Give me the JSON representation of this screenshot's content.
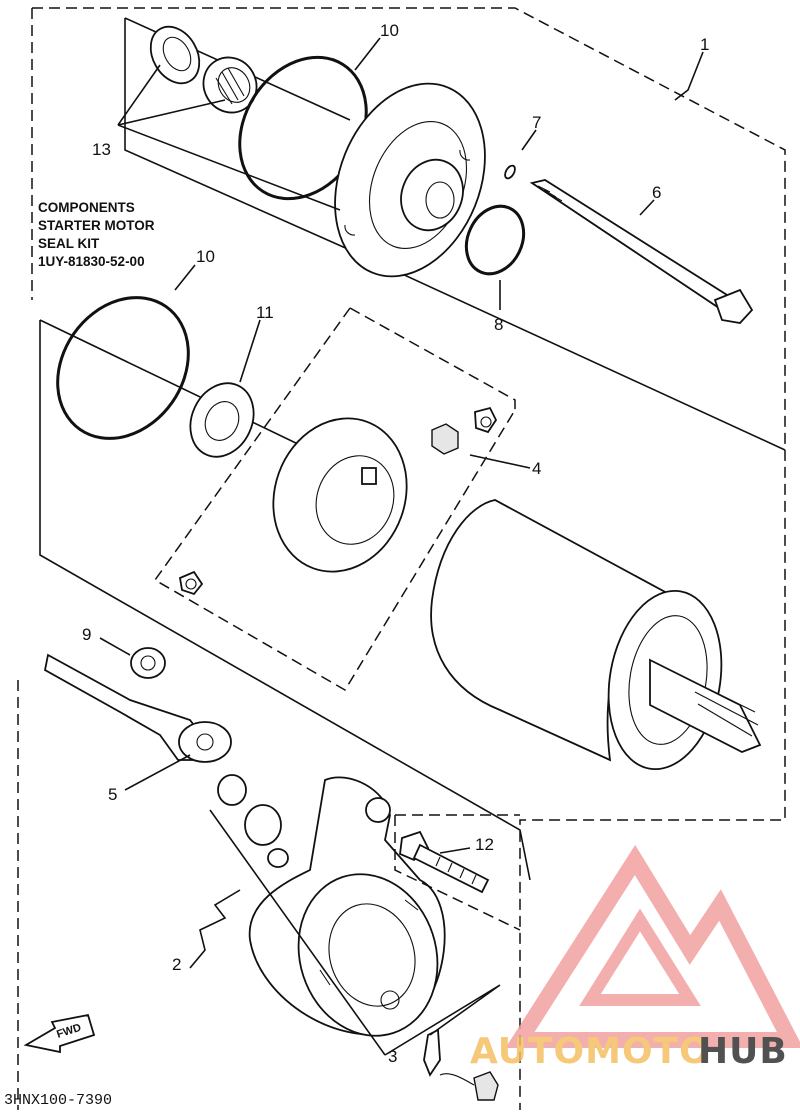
{
  "kit": {
    "line1": "COMPONENTS",
    "line2": "STARTER MOTOR",
    "line3": "SEAL KIT",
    "line4": "1UY-81830-52-00"
  },
  "callouts": {
    "c1": "1",
    "c2": "2",
    "c3": "3",
    "c4": "4",
    "c5": "5",
    "c6": "6",
    "c7": "7",
    "c8": "8",
    "c9": "9",
    "c10a": "10",
    "c10b": "10",
    "c11": "11",
    "c12": "12",
    "c13": "13"
  },
  "fwd_label": "FWD",
  "diagram_code": "3HNX100-7390",
  "watermark": {
    "part1": "AUTOMOTO",
    "part2": "HUB",
    "color_main": "#f2a0a0",
    "color_accent": "#f4c062",
    "color_dark": "#333333"
  }
}
